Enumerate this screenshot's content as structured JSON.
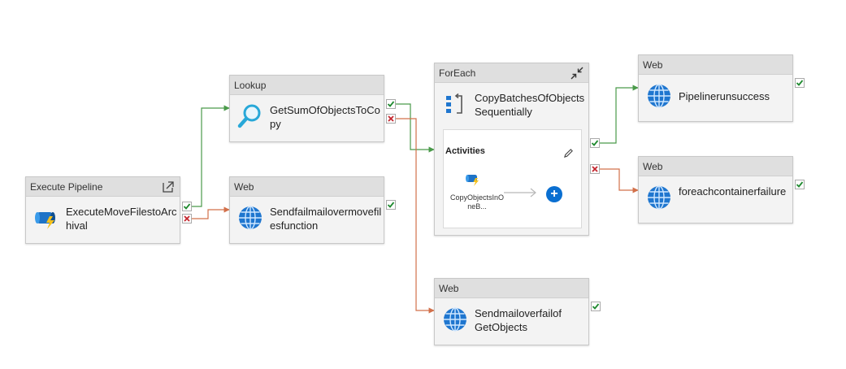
{
  "nodes": {
    "execute_pipeline": {
      "type_label": "Execute Pipeline",
      "name": "ExecuteMoveFilestoArchival"
    },
    "lookup": {
      "type_label": "Lookup",
      "name": "GetSumOfObjectsToCopy"
    },
    "web_fail": {
      "type_label": "Web",
      "name": "Sendfailmailovermovefilesfunction"
    },
    "foreach": {
      "type_label": "ForEach",
      "name": "CopyBatchesOfObjectsSequentially",
      "activities_label": "Activities",
      "inner_activity": "CopyObjectsInOneB..."
    },
    "web_success": {
      "type_label": "Web",
      "name": "Pipelinerunsuccess"
    },
    "web_foreach_fail": {
      "type_label": "Web",
      "name": "foreachcontainerfailure"
    },
    "web_getobjects_fail": {
      "type_label": "Web",
      "name": "Sendmailoverfailof GetObjects"
    }
  },
  "icons": {
    "execute_pipeline": "execute-pipeline-icon",
    "lookup": "magnifier-icon",
    "web": "globe-icon",
    "foreach": "foreach-icon",
    "copy": "copy-data-icon",
    "open": "open-external-icon",
    "collapse": "collapse-icon",
    "edit": "pencil-icon",
    "add": "plus-icon",
    "success": "checkmark-icon",
    "failure": "x-icon"
  },
  "colors": {
    "success_edge": "#4a9a4a",
    "failure_edge": "#d2704a",
    "success_check": "#1f8a2f",
    "failure_x": "#c4262e",
    "accent": "#0a6fd1"
  },
  "add_button_glyph": "+"
}
